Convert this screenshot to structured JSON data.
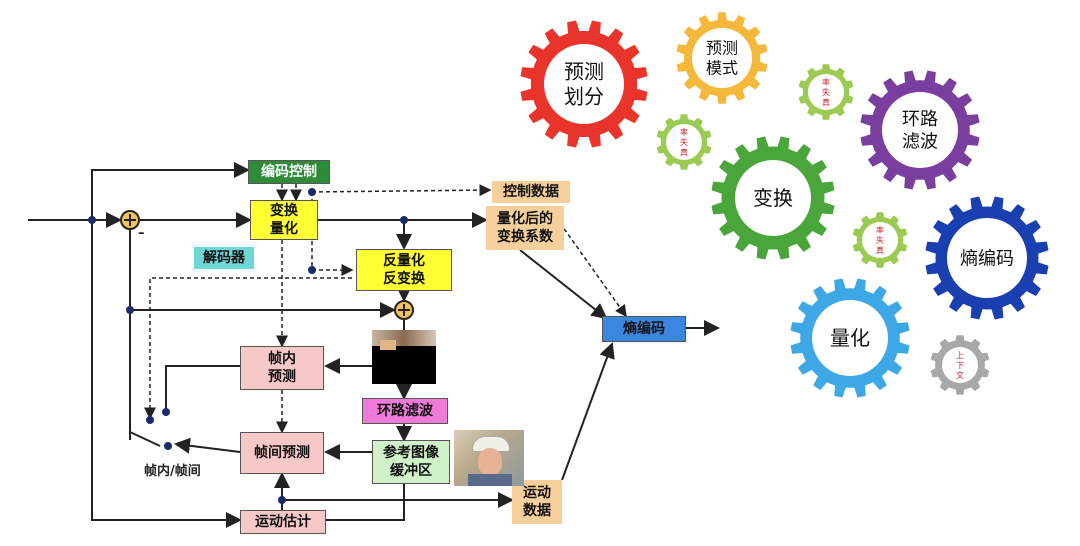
{
  "diagram": {
    "blocks": {
      "coder_control": "编码控制",
      "transform_quant": "变换\n量化",
      "decoder": "解码器",
      "inv_quant": "反量化\n反变换",
      "intra_pred": "帧内\n预测",
      "loop_filter": "环路滤波",
      "inter_pred": "帧间预测",
      "ref_buffer": "参考图像\n缓冲区",
      "motion_est": "运动估计",
      "entropy": "熵编码",
      "control_data": "控制数据",
      "quant_coeffs": "量化后的\n变换系数",
      "motion_data": "运动\n数据"
    },
    "switch_label": "帧内/帧间",
    "minus_sign": "–"
  },
  "gears": [
    {
      "id": "pred-partition",
      "label": "预测\n划分",
      "color": "#e8342a"
    },
    {
      "id": "pred-mode",
      "label": "预测\n模式",
      "color": "#f5b83a"
    },
    {
      "id": "distortion-1",
      "label": "率\n失\n真",
      "color": "#9ccb54"
    },
    {
      "id": "distortion-2",
      "label": "率\n失\n真",
      "color": "#9ccb54"
    },
    {
      "id": "transform",
      "label": "变换",
      "color": "#4aa63a"
    },
    {
      "id": "loop-filter",
      "label": "环路\n滤波",
      "color": "#7a3f9e"
    },
    {
      "id": "distortion-3",
      "label": "率\n失\n真",
      "color": "#9ccb54"
    },
    {
      "id": "entropy-coding",
      "label": "熵编码",
      "color": "#1a3fb0"
    },
    {
      "id": "quantization",
      "label": "量化",
      "color": "#3ea8e6"
    },
    {
      "id": "context",
      "label": "上\n下\n文",
      "color": "#a8a8a8"
    }
  ],
  "colors": {
    "green_block": "#2f8a3a",
    "yellow_block": "#ffff33",
    "cyan_label": "#6fd6d6",
    "peach_label": "#f7cf9a",
    "pink_block": "#f7c8c8",
    "magenta_block": "#f07ad8",
    "mint_block": "#cff2c8",
    "blue_block": "#3a86e0",
    "distortion_text": "#d62020"
  }
}
